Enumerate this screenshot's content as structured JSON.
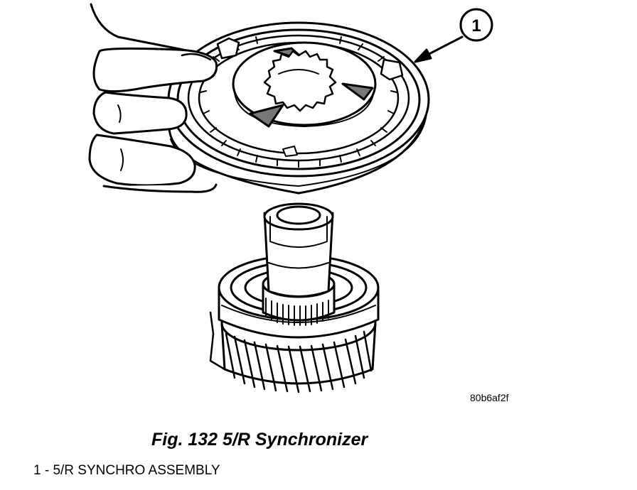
{
  "callout": {
    "number": "1"
  },
  "image_code": "80b6af2f",
  "caption": "Fig. 132 5/R Synchronizer",
  "legend": [
    {
      "text": "1 - 5/R SYNCHRO ASSEMBLY"
    }
  ]
}
